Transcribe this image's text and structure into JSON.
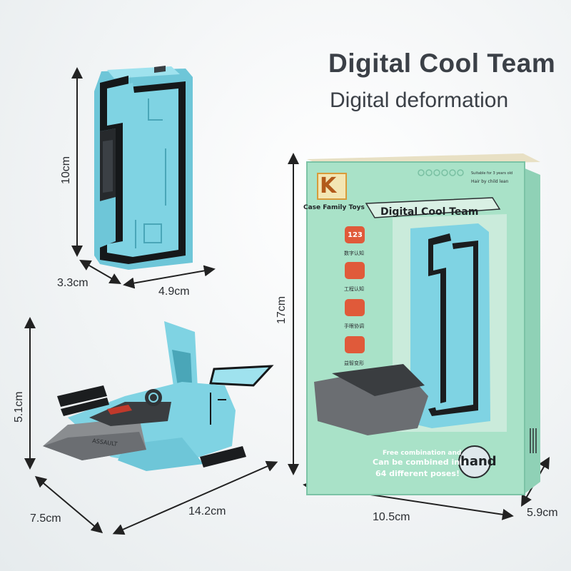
{
  "heading": {
    "title": "Digital Cool Team",
    "subtitle": "Digital deformation"
  },
  "dimensions": {
    "figure_height": "10cm",
    "figure_depth": "3.3cm",
    "figure_width": "4.9cm",
    "jet_height": "5.1cm",
    "jet_depth": "7.5cm",
    "jet_width": "14.2cm",
    "box_height": "17cm",
    "box_width": "10.5cm",
    "box_depth": "5.9cm"
  },
  "package": {
    "brand": "Case Family Toys",
    "logo_letter": "K",
    "product_name": "Digital Cool Team",
    "age_note": "Suitable for 3 years old",
    "age_note2": "Hair by child lean",
    "badge_number": "123",
    "feature_labels": [
      "数字认知",
      "工程认知",
      "手眼协调",
      "益智变形"
    ],
    "promo_line1": "Free combination and",
    "promo_line2": "Can be combined into",
    "promo_line3": "64 different poses!",
    "promo_hand": "hand",
    "jet_label": "ASSAULT"
  },
  "colors": {
    "toy_blue": "#7fd3e3",
    "toy_dark": "#1b1d1f",
    "box_green": "#a9e2c8",
    "title_gray": "#3b4047"
  }
}
